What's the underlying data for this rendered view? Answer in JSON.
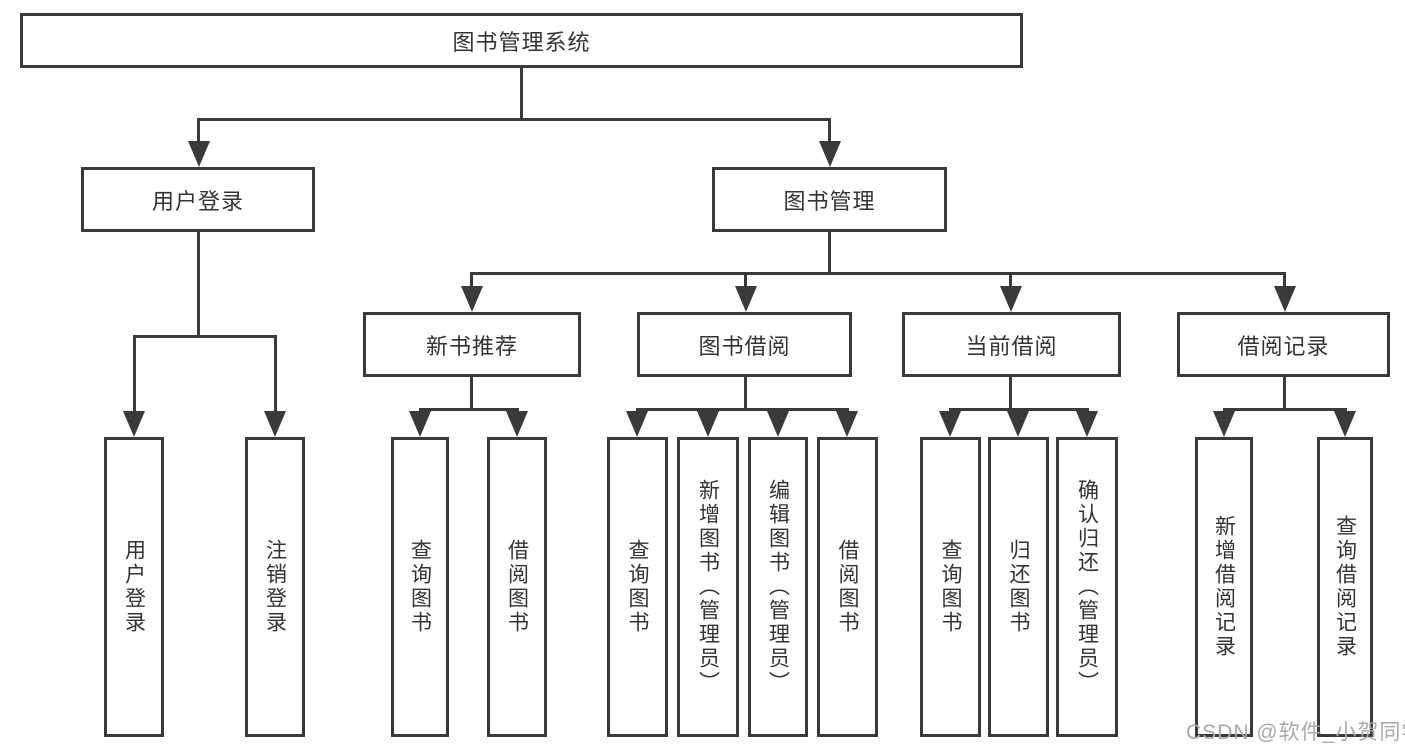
{
  "nodes": {
    "root": "图书管理系统",
    "l1": [
      "用户登录",
      "图书管理"
    ],
    "l2": [
      "新书推荐",
      "图书借阅",
      "当前借阅",
      "借阅记录"
    ],
    "l3": [
      "用户登录",
      "注销登录",
      "查询图书",
      "借阅图书",
      "查询图书",
      "新增图书（管理员）",
      "编辑图书（管理员）",
      "借阅图书",
      "查询图书",
      "归还图书",
      "确认归还（管理员）",
      "新增借阅记录",
      "查询借阅记录"
    ]
  },
  "watermark": {
    "text": "CSDN @软件_小贺同学",
    "color": "#a9a9a9"
  },
  "colors": {
    "line": "#3a3a3a",
    "text": "#333333",
    "background": "#ffffff"
  }
}
